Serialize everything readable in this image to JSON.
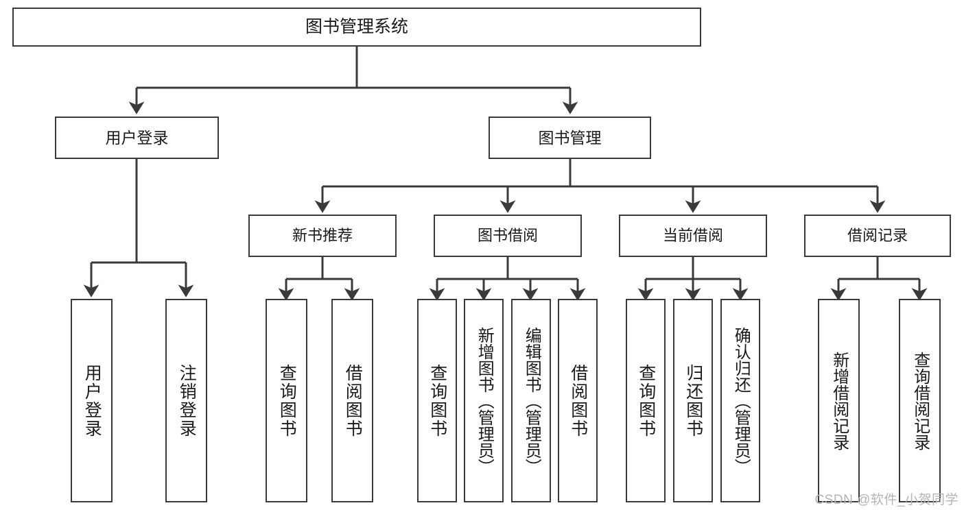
{
  "diagram": {
    "type": "hierarchy-tree",
    "title": "图书管理系统",
    "watermark": "CSDN @软件_小贺同学",
    "colors": {
      "stroke": "#3a3a3a",
      "fill": "#ffffff",
      "text": "#1a1a1a",
      "watermark": "#b4b4b4"
    },
    "nodes": {
      "root": {
        "label": "图书管理系统"
      },
      "level2": [
        {
          "label": "用户登录"
        },
        {
          "label": "图书管理"
        }
      ],
      "level3": [
        {
          "label": "新书推荐"
        },
        {
          "label": "图书借阅"
        },
        {
          "label": "当前借阅"
        },
        {
          "label": "借阅记录"
        }
      ],
      "leaves": {
        "user_login": [
          {
            "label": "用户登录"
          },
          {
            "label": "注销登录"
          }
        ],
        "new_book": [
          {
            "label": "查询图书"
          },
          {
            "label": "借阅图书"
          }
        ],
        "book_borrow": [
          {
            "label": "查询图书"
          },
          {
            "label": "新增图书（管理员）"
          },
          {
            "label": "编辑图书（管理员）"
          },
          {
            "label": "借阅图书"
          }
        ],
        "current_borrow": [
          {
            "label": "查询图书"
          },
          {
            "label": "归还图书"
          },
          {
            "label": "确认归还（管理员）"
          }
        ],
        "borrow_record": [
          {
            "label": "新增借阅记录"
          },
          {
            "label": "查询借阅记录"
          }
        ]
      }
    }
  }
}
